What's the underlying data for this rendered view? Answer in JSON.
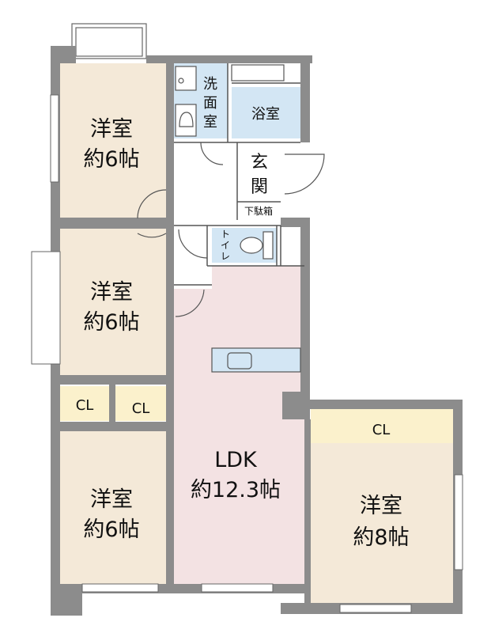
{
  "rooms": {
    "western_nw": {
      "line1": "洋室",
      "line2": "約6帖"
    },
    "western_w": {
      "line1": "洋室",
      "line2": "約6帖"
    },
    "western_sw": {
      "line1": "洋室",
      "line2": "約6帖"
    },
    "western_se": {
      "line1": "洋室",
      "line2": "約8帖"
    },
    "ldk": {
      "line1": "LDK",
      "line2": "約12.3帖"
    },
    "washroom": {
      "chars": [
        "洗",
        "面",
        "室"
      ]
    },
    "bathroom": {
      "label": "浴室"
    },
    "entrance": {
      "chars": [
        "玄",
        "関"
      ],
      "shoe_box": "下駄箱"
    },
    "toilet": {
      "chars": [
        "ト",
        "イ",
        "レ"
      ]
    },
    "closet_1": {
      "label": "CL"
    },
    "closet_2": {
      "label": "CL"
    },
    "closet_3": {
      "label": "CL"
    }
  },
  "colors": {
    "wall": "#8c8c8c",
    "western_floor": "#f4e9d8",
    "ldk_floor": "#f3e2e3",
    "wet_area": "#d3e6f4",
    "closet": "#fbf1cc",
    "line": "#555555"
  }
}
